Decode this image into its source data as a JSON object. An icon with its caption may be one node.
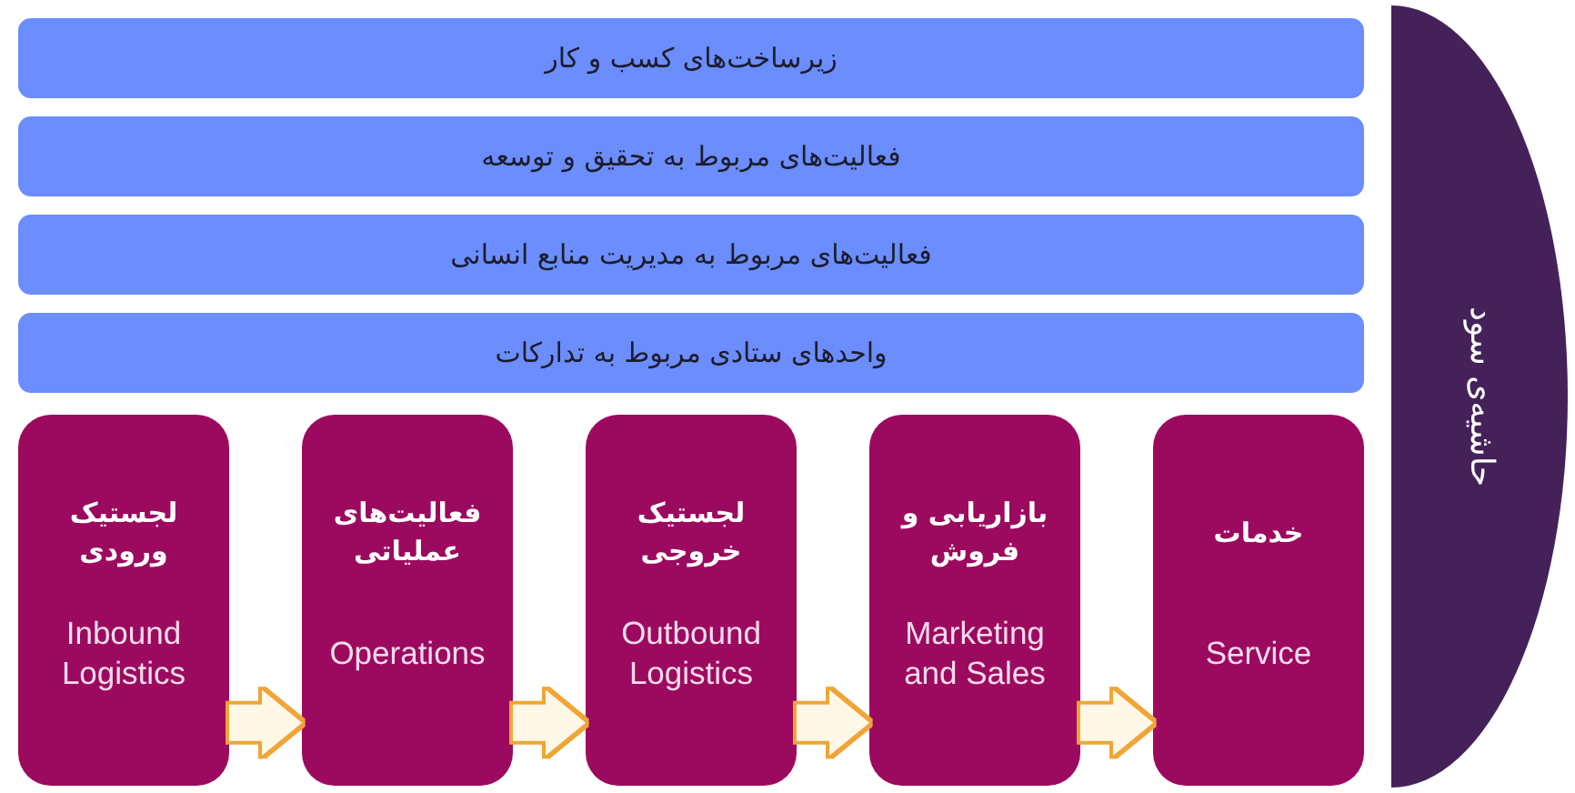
{
  "diagram": {
    "nodes": [
      {
        "text": [
          "زیرساخت‌های کسب و کار"
        ]
      },
      {
        "text": [
          "فعالیت‌های مربوط به تحقیق و توسعه"
        ]
      },
      {
        "text": [
          "فعالیت‌های مربوط به مدیریت منابع انسانی"
        ]
      },
      {
        "text": [
          "واحدهای ستادی مربوط به تدارکات"
        ]
      },
      {
        "text": [
          "لجستیک ورودی",
          "Inbound Logistics"
        ]
      },
      {
        "text": [
          "فعالیت‌های عملیاتی",
          "Operations"
        ]
      },
      {
        "text": [
          "لجستیک خروجی",
          "Outbound Logistics"
        ]
      },
      {
        "text": [
          "بازاریابی و فروش",
          "Marketing and Sales"
        ]
      },
      {
        "text": [
          "خدمات",
          "Service"
        ]
      },
      {
        "text": [
          "حاشیه‌ی سود"
        ]
      }
    ],
    "edges": [
      {
        "from": 4,
        "to": 5,
        "arrow": "to"
      },
      {
        "from": 5,
        "to": 6,
        "arrow": "to"
      },
      {
        "from": 6,
        "to": 7,
        "arrow": "to"
      },
      {
        "from": 7,
        "to": 8,
        "arrow": "to"
      }
    ]
  }
}
